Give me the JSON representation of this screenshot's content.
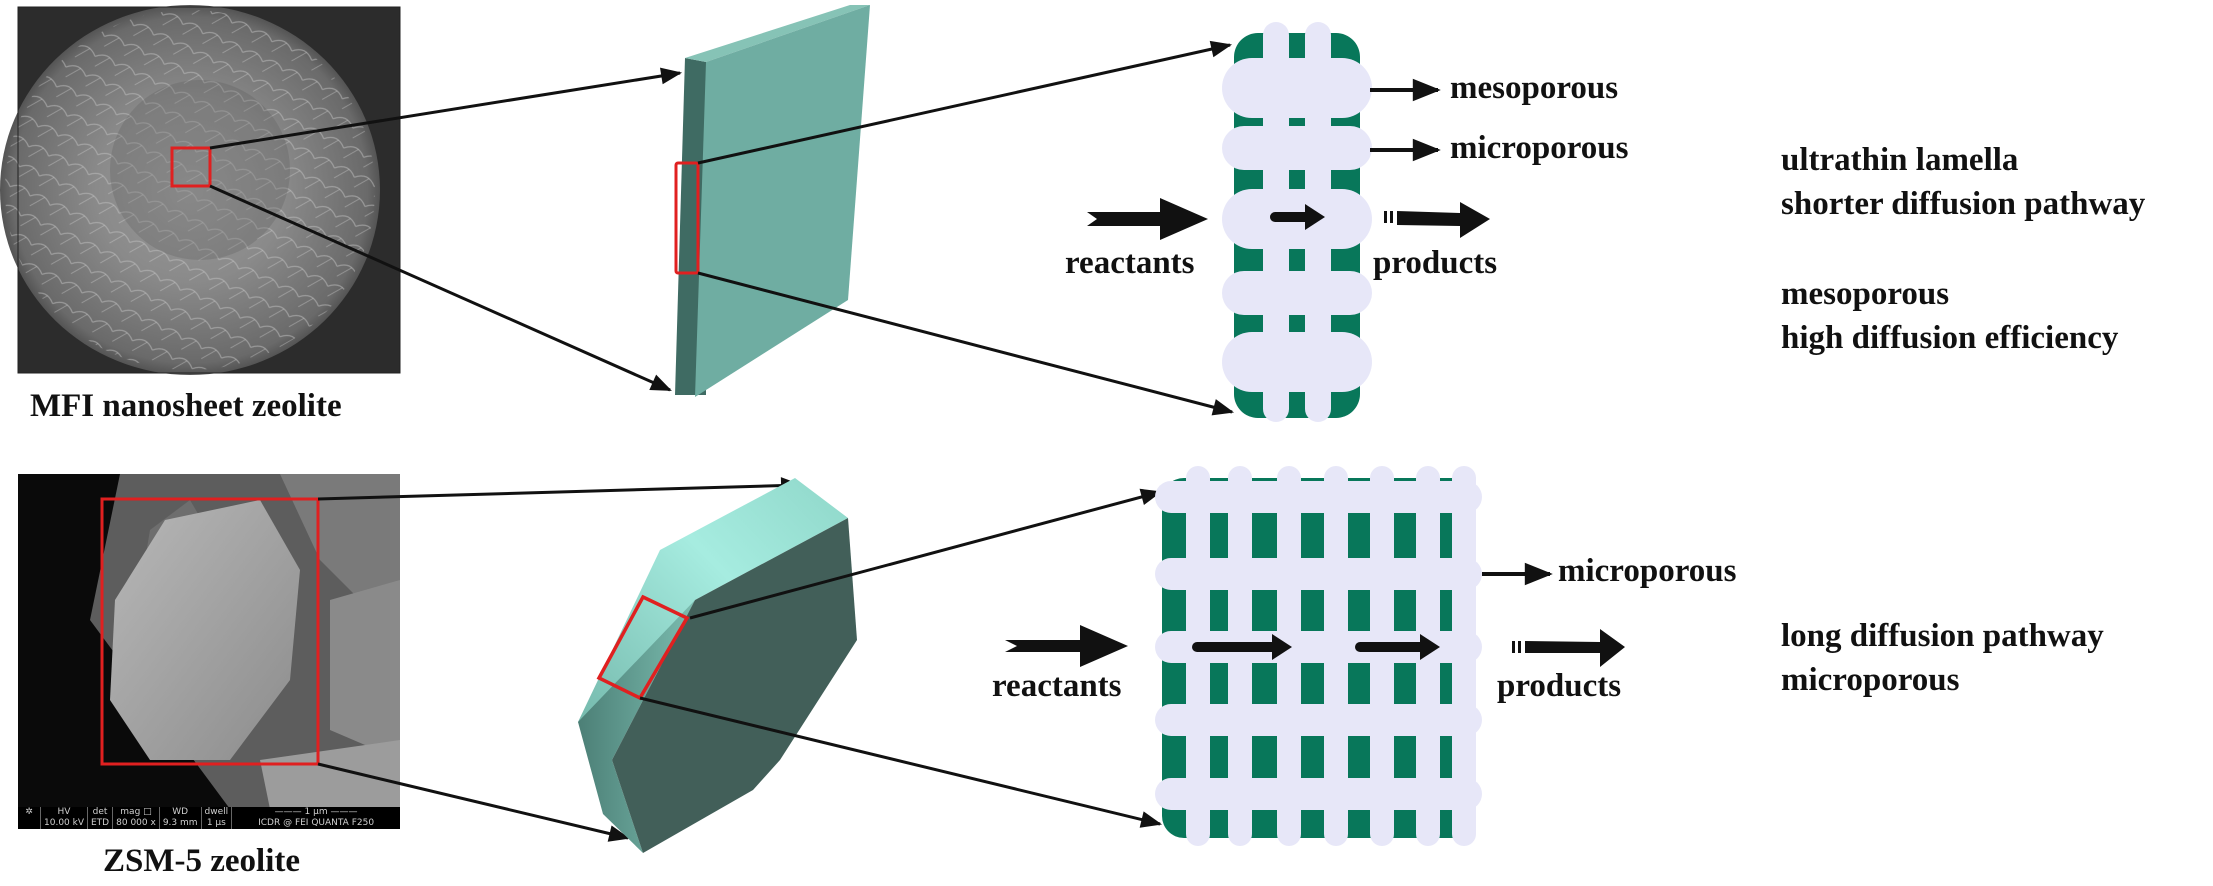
{
  "figure": {
    "colors": {
      "sheet_front": "#6fada2",
      "sheet_side": "#3f6b63",
      "sheet_top": "#86c3b6",
      "crystal_top": "#9fe3d6",
      "crystal_side": "#6cab9f",
      "crystal_face": "#425f59",
      "pore_framework": "#08775a",
      "pore_channel": "#e7e7f8",
      "highlight_box": "#e02020",
      "arrow": "#111111"
    },
    "top_row": {
      "micrograph_caption": "MFI nanosheet zeolite",
      "pore_labels": {
        "meso": "mesoporous",
        "micro": "microporous",
        "in": "reactants",
        "out": "products"
      },
      "properties": [
        "ultrathin lamella",
        "shorter diffusion pathway",
        "mesoporous",
        "high diffusion efficiency"
      ]
    },
    "bottom_row": {
      "micrograph_caption": "ZSM-5 zeolite",
      "sem_info": {
        "hv_label": "HV",
        "hv_value": "10.00 kV",
        "det_label": "det",
        "det_value": "ETD",
        "mag_label": "mag",
        "mag_value": "80 000 x",
        "wd_label": "WD",
        "wd_value": "9.3 mm",
        "dwell_label": "dwell",
        "dwell_value": "1 µs",
        "scale_value": "1 µm",
        "instrument": "ICDR @ FEI QUANTA  F250"
      },
      "pore_labels": {
        "micro": "microporous",
        "in": "reactants",
        "out": "products"
      },
      "properties": [
        "long diffusion pathway",
        "microporous"
      ]
    }
  }
}
